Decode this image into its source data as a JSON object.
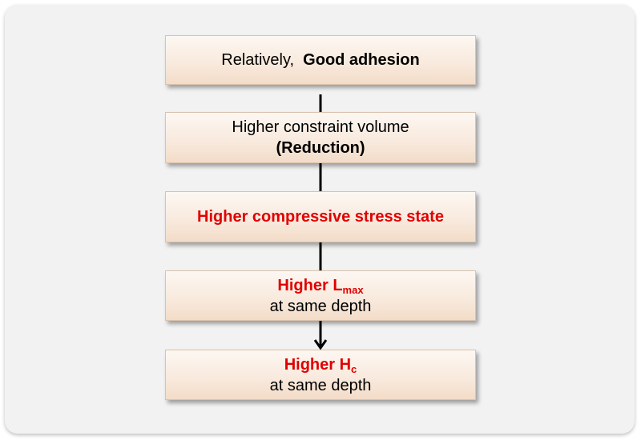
{
  "diagram": {
    "node1": {
      "prefix": "Relatively,",
      "highlight": "Good adhesion"
    },
    "node2": {
      "line1": "Higher constraint volume",
      "line2": "(Reduction)"
    },
    "node3": {
      "text": "Higher compressive stress state"
    },
    "node4": {
      "main": "Higher L",
      "sub": "max",
      "line2": "at  same depth"
    },
    "node5": {
      "main": "Higher H",
      "sub": "c",
      "line2": "at  same depth"
    },
    "colors": {
      "emphasis": "#e00000",
      "box_fill": "#f8e9dc",
      "background": "#f2f2f2"
    }
  }
}
